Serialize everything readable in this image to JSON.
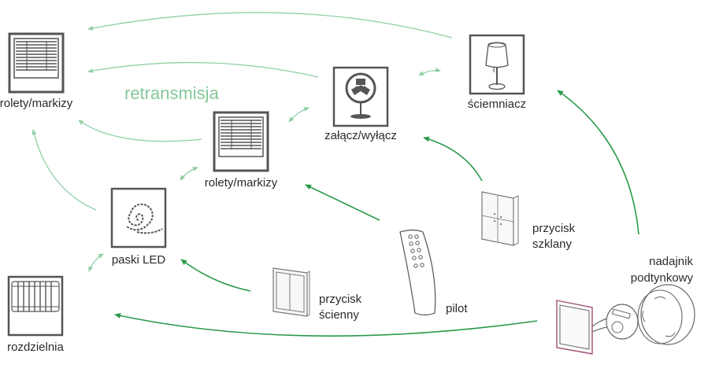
{
  "diagram": {
    "title_annotation": "retransmisja",
    "colors": {
      "retransmission_arrow": "#8fd0a4",
      "control_arrow": "#2a9a4a",
      "icon_stroke": "#555555",
      "label_text": "#2b2b2b",
      "retransmission_text": "#86c89a",
      "flush_frame_accent": "#a0527a"
    },
    "receivers": [
      {
        "id": "blinds-left",
        "label": "rolety/markizy",
        "icon": "blinds-icon"
      },
      {
        "id": "fan",
        "label": "załącz/wyłącz",
        "icon": "fan-icon"
      },
      {
        "id": "lamp",
        "label": "ściemniacz",
        "icon": "lamp-icon"
      },
      {
        "id": "blinds-center",
        "label": "rolety/markizy",
        "icon": "blinds-icon"
      },
      {
        "id": "led",
        "label": "paski LED",
        "icon": "led-strip-icon"
      },
      {
        "id": "switchboard",
        "label": "rozdzielnia",
        "icon": "switchboard-icon"
      }
    ],
    "transmitters": [
      {
        "id": "wall-switch",
        "label_line1": "przycisk",
        "label_line2": "ścienny",
        "icon": "wall-switch-icon"
      },
      {
        "id": "remote",
        "label": "pilot",
        "icon": "remote-control-icon"
      },
      {
        "id": "glass-switch",
        "label_line1": "przycisk",
        "label_line2": "szklany",
        "icon": "glass-switch-icon"
      },
      {
        "id": "flush-transmitter",
        "label_line1": "nadajnik",
        "label_line2": "podtynkowy",
        "icon": "flush-transmitter-icon"
      }
    ],
    "links": {
      "control": [
        {
          "from": "wall-switch",
          "to": "led"
        },
        {
          "from": "remote",
          "to": "blinds-center"
        },
        {
          "from": "glass-switch",
          "to": "fan"
        },
        {
          "from": "flush-transmitter",
          "to": "lamp"
        },
        {
          "from": "flush-transmitter",
          "to": "switchboard"
        }
      ],
      "retransmission": [
        {
          "from": "lamp",
          "to": "blinds-left"
        },
        {
          "from": "fan",
          "to": "blinds-left"
        },
        {
          "from": "blinds-center",
          "to": "blinds-left"
        },
        {
          "from": "led",
          "to": "blinds-left"
        },
        {
          "from": "fan",
          "to": "lamp",
          "bidirectional": true
        },
        {
          "from": "blinds-center",
          "to": "fan",
          "bidirectional": true
        },
        {
          "from": "led",
          "to": "blinds-center",
          "bidirectional": true
        },
        {
          "from": "switchboard",
          "to": "led",
          "bidirectional": true
        }
      ]
    }
  }
}
